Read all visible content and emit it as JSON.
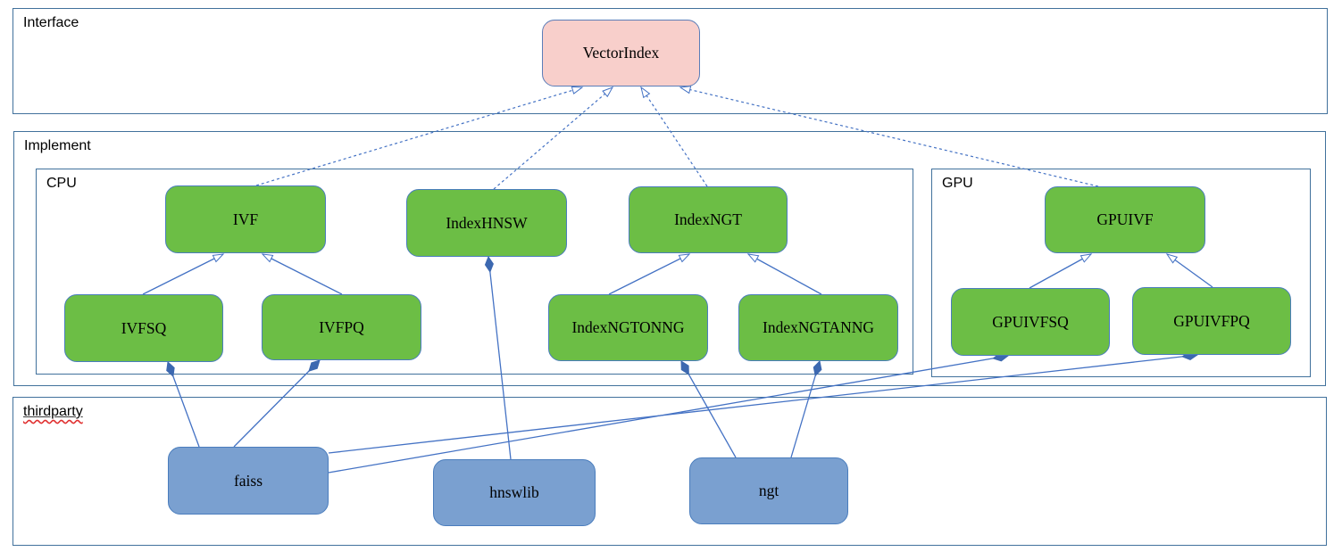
{
  "containers": {
    "interface": {
      "label": "Interface"
    },
    "implement": {
      "label": "Implement"
    },
    "cpu": {
      "label": "CPU"
    },
    "gpu": {
      "label": "GPU"
    },
    "thirdparty": {
      "label": "thirdparty"
    }
  },
  "nodes": {
    "vectorindex": {
      "label": "VectorIndex",
      "fill": "#f8cfcb",
      "container": "interface"
    },
    "ivf": {
      "label": "IVF",
      "fill": "#6cbe45",
      "container": "cpu"
    },
    "indexhnsw": {
      "label": "IndexHNSW",
      "fill": "#6cbe45",
      "container": "cpu"
    },
    "indexngt": {
      "label": "IndexNGT",
      "fill": "#6cbe45",
      "container": "cpu"
    },
    "ivfsq": {
      "label": "IVFSQ",
      "fill": "#6cbe45",
      "container": "cpu"
    },
    "ivfpq": {
      "label": "IVFPQ",
      "fill": "#6cbe45",
      "container": "cpu"
    },
    "indexngtonng": {
      "label": "IndexNGTONNG",
      "fill": "#6cbe45",
      "container": "cpu"
    },
    "indexngtanng": {
      "label": "IndexNGTANNG",
      "fill": "#6cbe45",
      "container": "cpu"
    },
    "gpuivf": {
      "label": "GPUIVF",
      "fill": "#6cbe45",
      "container": "gpu"
    },
    "gpuivfsq": {
      "label": "GPUIVFSQ",
      "fill": "#6cbe45",
      "container": "gpu"
    },
    "gpuivfpq": {
      "label": "GPUIVFPQ",
      "fill": "#6cbe45",
      "container": "gpu"
    },
    "faiss": {
      "label": "faiss",
      "fill": "#7aa0d0",
      "container": "thirdparty"
    },
    "hnswlib": {
      "label": "hnswlib",
      "fill": "#7aa0d0",
      "container": "thirdparty"
    },
    "ngt": {
      "label": "ngt",
      "fill": "#7aa0d0",
      "container": "thirdparty"
    }
  },
  "edges": [
    {
      "from": "IVF",
      "to": "VectorIndex",
      "type": "realization"
    },
    {
      "from": "IndexHNSW",
      "to": "VectorIndex",
      "type": "realization"
    },
    {
      "from": "IndexNGT",
      "to": "VectorIndex",
      "type": "realization"
    },
    {
      "from": "GPUIVF",
      "to": "VectorIndex",
      "type": "realization"
    },
    {
      "from": "IVFSQ",
      "to": "IVF",
      "type": "generalization"
    },
    {
      "from": "IVFPQ",
      "to": "IVF",
      "type": "generalization"
    },
    {
      "from": "IndexNGTONNG",
      "to": "IndexNGT",
      "type": "generalization"
    },
    {
      "from": "IndexNGTANNG",
      "to": "IndexNGT",
      "type": "generalization"
    },
    {
      "from": "GPUIVFSQ",
      "to": "GPUIVF",
      "type": "generalization"
    },
    {
      "from": "GPUIVFPQ",
      "to": "GPUIVF",
      "type": "generalization"
    },
    {
      "from": "faiss",
      "to": "IVFSQ",
      "type": "composition"
    },
    {
      "from": "faiss",
      "to": "IVFPQ",
      "type": "composition"
    },
    {
      "from": "faiss",
      "to": "GPUIVFSQ",
      "type": "composition"
    },
    {
      "from": "faiss",
      "to": "GPUIVFPQ",
      "type": "composition"
    },
    {
      "from": "hnswlib",
      "to": "IndexHNSW",
      "type": "composition"
    },
    {
      "from": "ngt",
      "to": "IndexNGTONNG",
      "type": "composition"
    },
    {
      "from": "ngt",
      "to": "IndexNGTANNG",
      "type": "composition"
    }
  ],
  "colors": {
    "class_green": "#6cbe45",
    "interface_pink": "#f8cfcb",
    "thirdparty_blue": "#7aa0d0",
    "edge_blue": "#4472c4",
    "container_border_blue": "#41719c",
    "diamond_blue": "#3c68b0",
    "squiggle_red": "#e03030",
    "text": "#000000"
  }
}
